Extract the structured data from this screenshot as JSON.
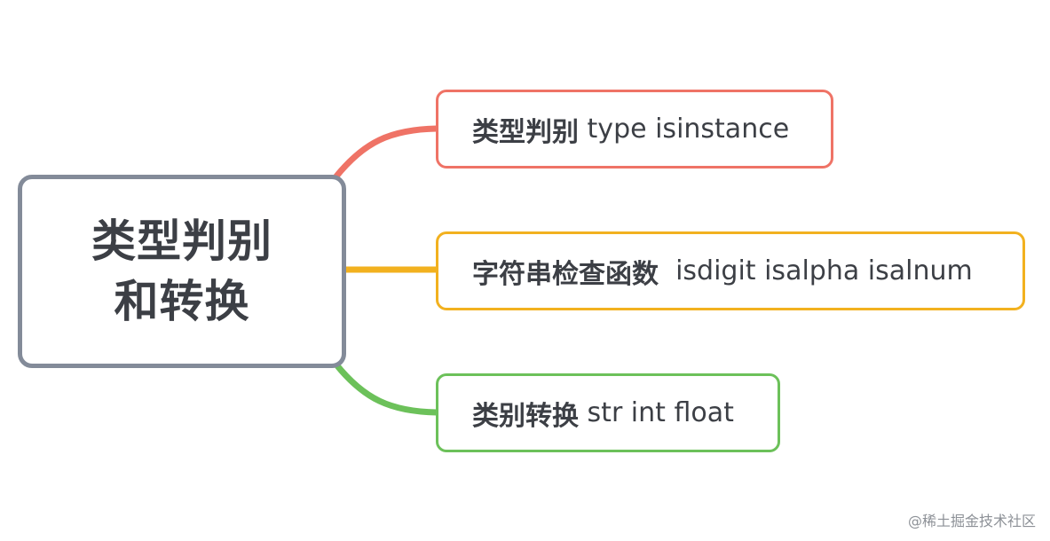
{
  "root": {
    "line1": "类型判别",
    "line2": "和转换"
  },
  "branches": [
    {
      "title": "类型判别",
      "detail": "type isinstance",
      "color": "#ef7366"
    },
    {
      "title": "字符串检查函数",
      "detail": "isdigit isalpha isalnum",
      "color": "#f2b11f"
    },
    {
      "title": "类别转换",
      "detail": "str int float",
      "color": "#6cc15a"
    }
  ],
  "watermark": "@稀土掘金技术社区"
}
